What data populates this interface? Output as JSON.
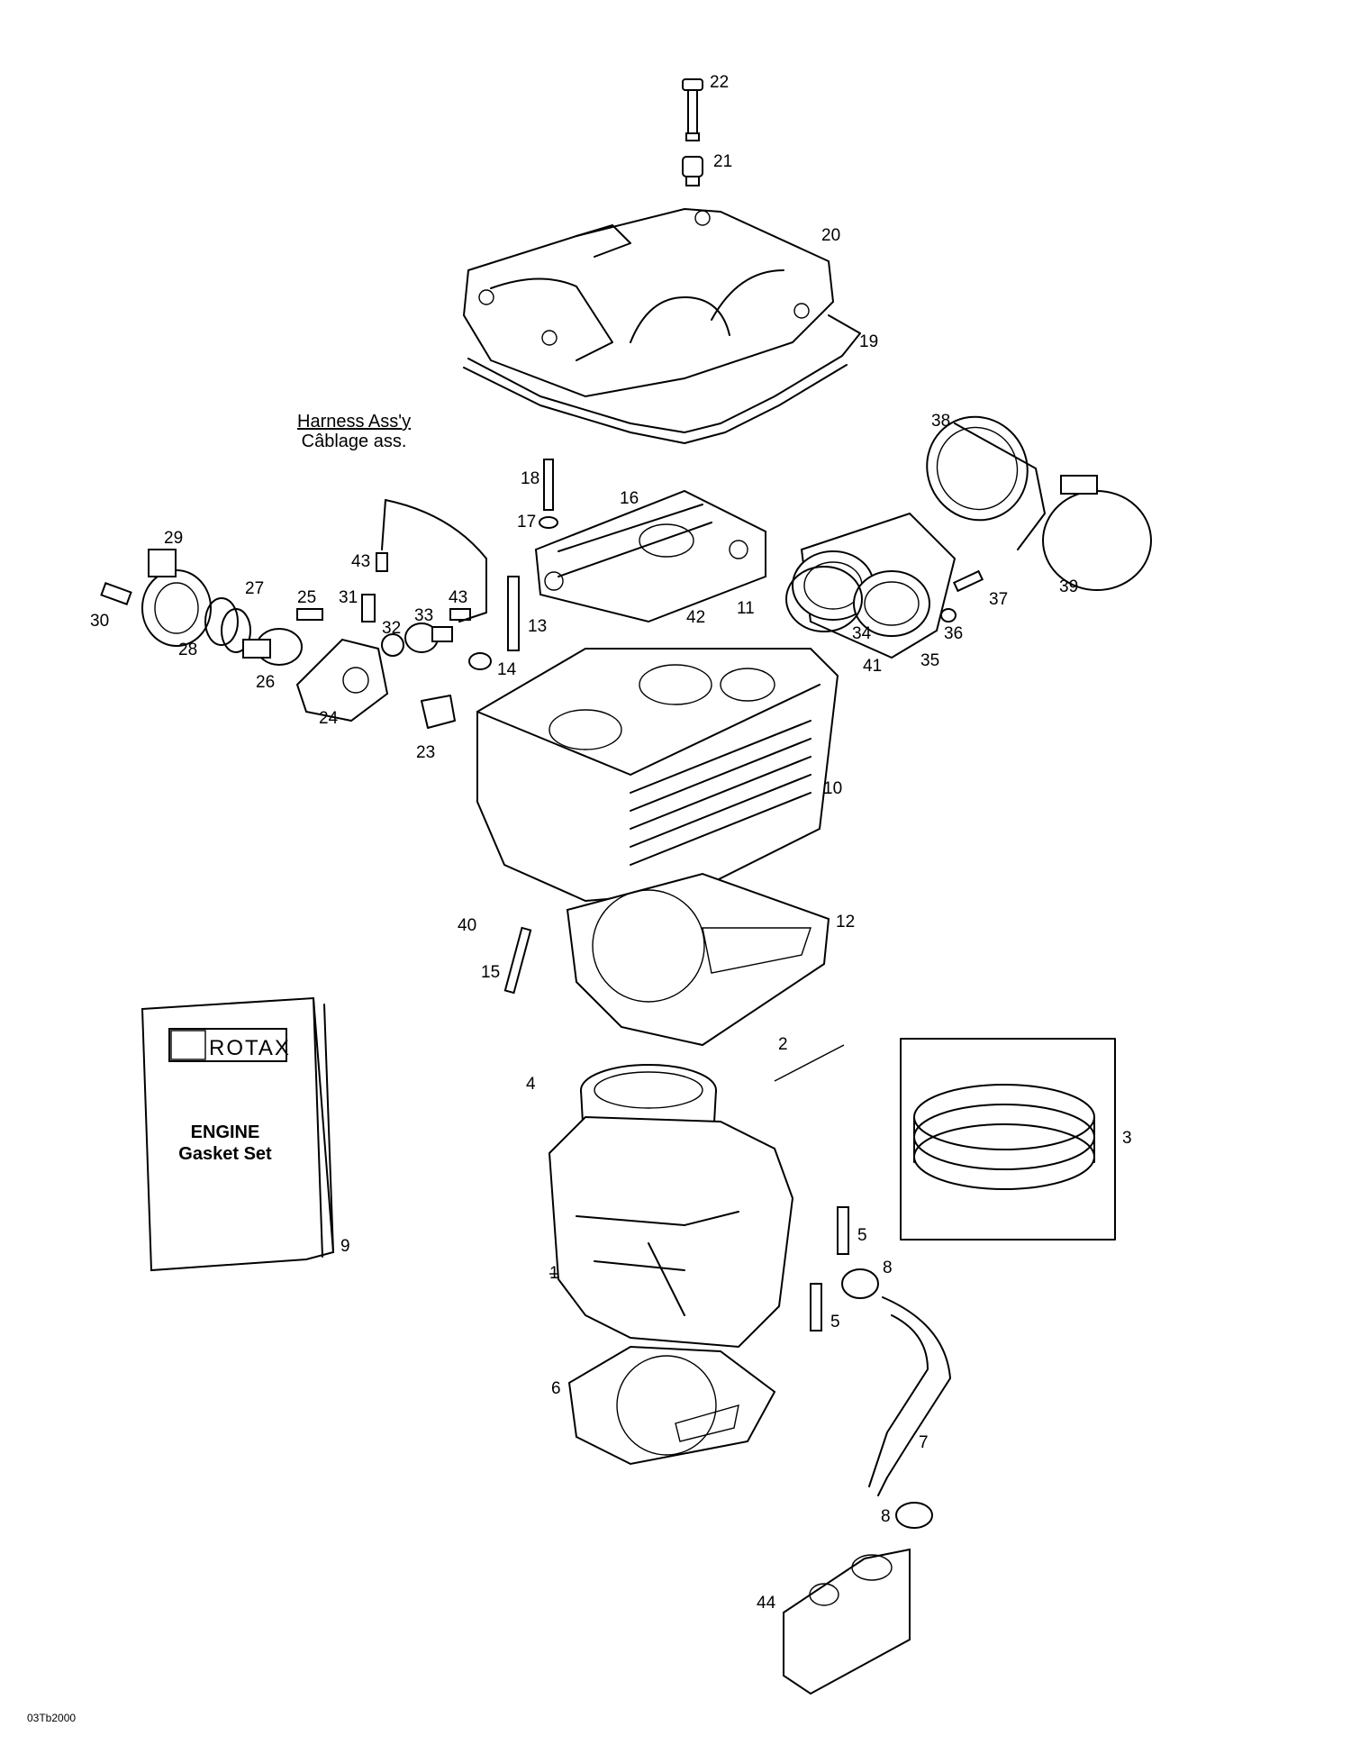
{
  "harness": {
    "line1": "Harness Ass'y",
    "line2": "Câblage ass."
  },
  "booklet": {
    "brand": "ROTAX",
    "title_line1": "ENGINE",
    "title_line2": "Gasket Set"
  },
  "drawing_code": "03Tb2000",
  "callouts": [
    {
      "id": "c22",
      "text": "22"
    },
    {
      "id": "c21",
      "text": "21"
    },
    {
      "id": "c20",
      "text": "20"
    },
    {
      "id": "c19",
      "text": "19"
    },
    {
      "id": "c18",
      "text": "18"
    },
    {
      "id": "c17",
      "text": "17"
    },
    {
      "id": "c16",
      "text": "16"
    },
    {
      "id": "c38",
      "text": "38"
    },
    {
      "id": "c39",
      "text": "39"
    },
    {
      "id": "c29",
      "text": "29"
    },
    {
      "id": "c30",
      "text": "30"
    },
    {
      "id": "c27",
      "text": "27"
    },
    {
      "id": "c28",
      "text": "28"
    },
    {
      "id": "c25",
      "text": "25"
    },
    {
      "id": "c26",
      "text": "26"
    },
    {
      "id": "c43a",
      "text": "43"
    },
    {
      "id": "c31",
      "text": "31"
    },
    {
      "id": "c32",
      "text": "32"
    },
    {
      "id": "c33",
      "text": "33"
    },
    {
      "id": "c43b",
      "text": "43"
    },
    {
      "id": "c24",
      "text": "24"
    },
    {
      "id": "c13",
      "text": "13"
    },
    {
      "id": "c42",
      "text": "42"
    },
    {
      "id": "c11",
      "text": "11"
    },
    {
      "id": "c37",
      "text": "37"
    },
    {
      "id": "c36",
      "text": "36"
    },
    {
      "id": "c34",
      "text": "34"
    },
    {
      "id": "c35",
      "text": "35"
    },
    {
      "id": "c14",
      "text": "14"
    },
    {
      "id": "c41",
      "text": "41"
    },
    {
      "id": "c23",
      "text": "23"
    },
    {
      "id": "c10",
      "text": "10"
    },
    {
      "id": "c40a",
      "text": "40"
    },
    {
      "id": "c12",
      "text": "12"
    },
    {
      "id": "c15",
      "text": "15"
    },
    {
      "id": "c2",
      "text": "2"
    },
    {
      "id": "c40b",
      "text": "4"
    },
    {
      "id": "c3",
      "text": "3"
    },
    {
      "id": "c9",
      "text": "9"
    },
    {
      "id": "c5a",
      "text": "5"
    },
    {
      "id": "c8a",
      "text": "8"
    },
    {
      "id": "c1",
      "text": "1"
    },
    {
      "id": "c5b",
      "text": "5"
    },
    {
      "id": "c6",
      "text": "6"
    },
    {
      "id": "c7",
      "text": "7"
    },
    {
      "id": "c8b",
      "text": "8"
    },
    {
      "id": "c44",
      "text": "44"
    }
  ]
}
